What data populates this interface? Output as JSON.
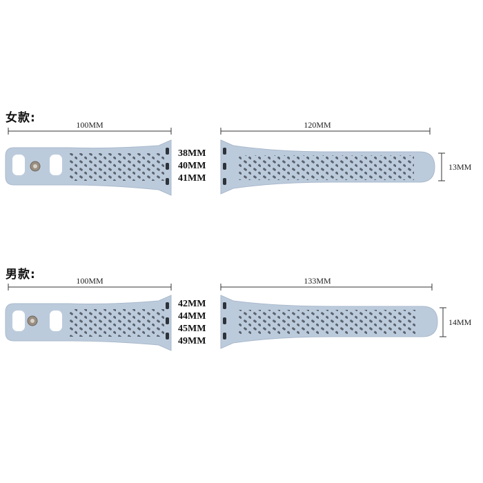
{
  "women": {
    "label": "女款:",
    "short_length": "100MM",
    "long_length": "120MM",
    "sizes": [
      "38MM",
      "40MM",
      "41MM"
    ],
    "width": "13MM"
  },
  "men": {
    "label": "男款:",
    "short_length": "100MM",
    "long_length": "133MM",
    "sizes": [
      "42MM",
      "44MM",
      "45MM",
      "49MM"
    ],
    "width": "14MM"
  },
  "colors": {
    "band": "#bccbdc",
    "band_edge": "#a9b9cc",
    "hole": "#3a4048",
    "line": "#333333"
  }
}
